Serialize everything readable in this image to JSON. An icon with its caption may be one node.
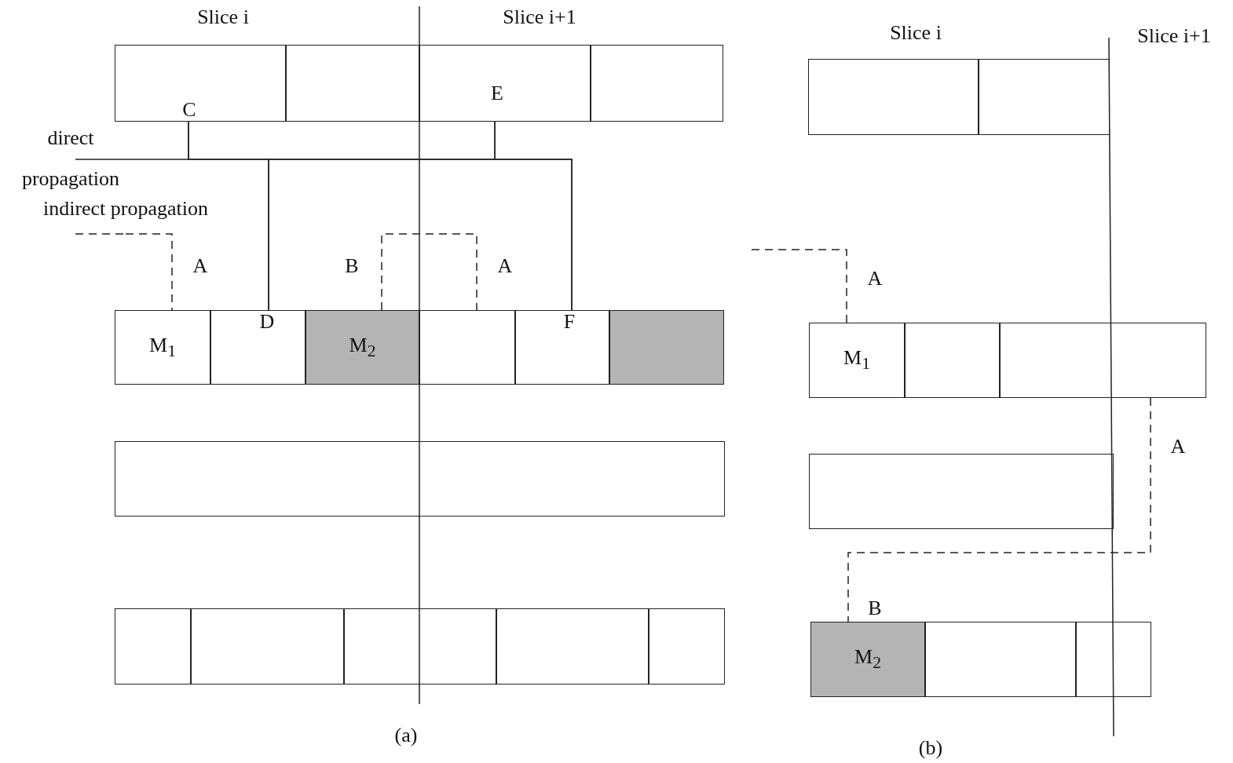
{
  "diagram": {
    "nodes": [
      {
        "text": [],
        "shape": "box"
      },
      {
        "text": [],
        "shape": "box"
      },
      {
        "text": [],
        "shape": "box"
      },
      {
        "text": [],
        "shape": "box"
      },
      {
        "text": [
          "M$_{1}$"
        ]
      },
      {
        "text": [],
        "shape": "box"
      },
      {
        "text": [
          "M$_{2}$"
        ]
      },
      {
        "text": [],
        "shape": "box"
      },
      {
        "text": [],
        "shape": "box"
      },
      {
        "text": [],
        "shape": "box"
      },
      {
        "text": [],
        "shape": "box"
      },
      {
        "text": [],
        "shape": "box"
      },
      {
        "text": [],
        "shape": "box"
      },
      {
        "text": [],
        "shape": "box"
      },
      {
        "text": [],
        "shape": "box"
      },
      {
        "text": [],
        "shape": "box"
      },
      {
        "text": [],
        "shape": "box"
      },
      {
        "text": [],
        "shape": "box"
      },
      {
        "text": [
          "M$_{1}$"
        ]
      },
      {
        "text": [],
        "shape": "box"
      },
      {
        "text": [],
        "shape": "box"
      },
      {
        "text": [],
        "shape": "box"
      },
      {
        "text": [
          "M$_{2}$"
        ]
      },
      {
        "text": [],
        "shape": "box"
      },
      {
        "text": [],
        "shape": "box"
      }
    ],
    "edges": [
      {
        "from": 0,
        "to": 5,
        "arrow": "none"
      },
      {
        "from": 0,
        "to": 8,
        "arrow": "none"
      },
      {
        "from": 2,
        "to": 5,
        "arrow": "none"
      },
      {
        "from": 2,
        "to": 8,
        "arrow": "none"
      },
      {
        "from": null,
        "to": 4,
        "arrow": "none",
        "style": "dashed"
      },
      {
        "from": 6,
        "to": 7,
        "arrow": "none",
        "style": "dashed"
      },
      {
        "from": null,
        "to": 18,
        "arrow": "none",
        "style": "dashed"
      },
      {
        "from": 20,
        "to": 22,
        "arrow": "none",
        "style": "dashed"
      }
    ],
    "labels": [
      "Slice i",
      "Slice i+1",
      "Slice i",
      "Slice i+1",
      "E",
      "C",
      "A",
      "B",
      "A",
      "D",
      "F",
      "A",
      "A",
      "B",
      "(a)",
      "(b)"
    ],
    "legend": [
      {
        "text": "direct propagation"
      },
      {
        "text": "indirect propagation"
      }
    ]
  }
}
